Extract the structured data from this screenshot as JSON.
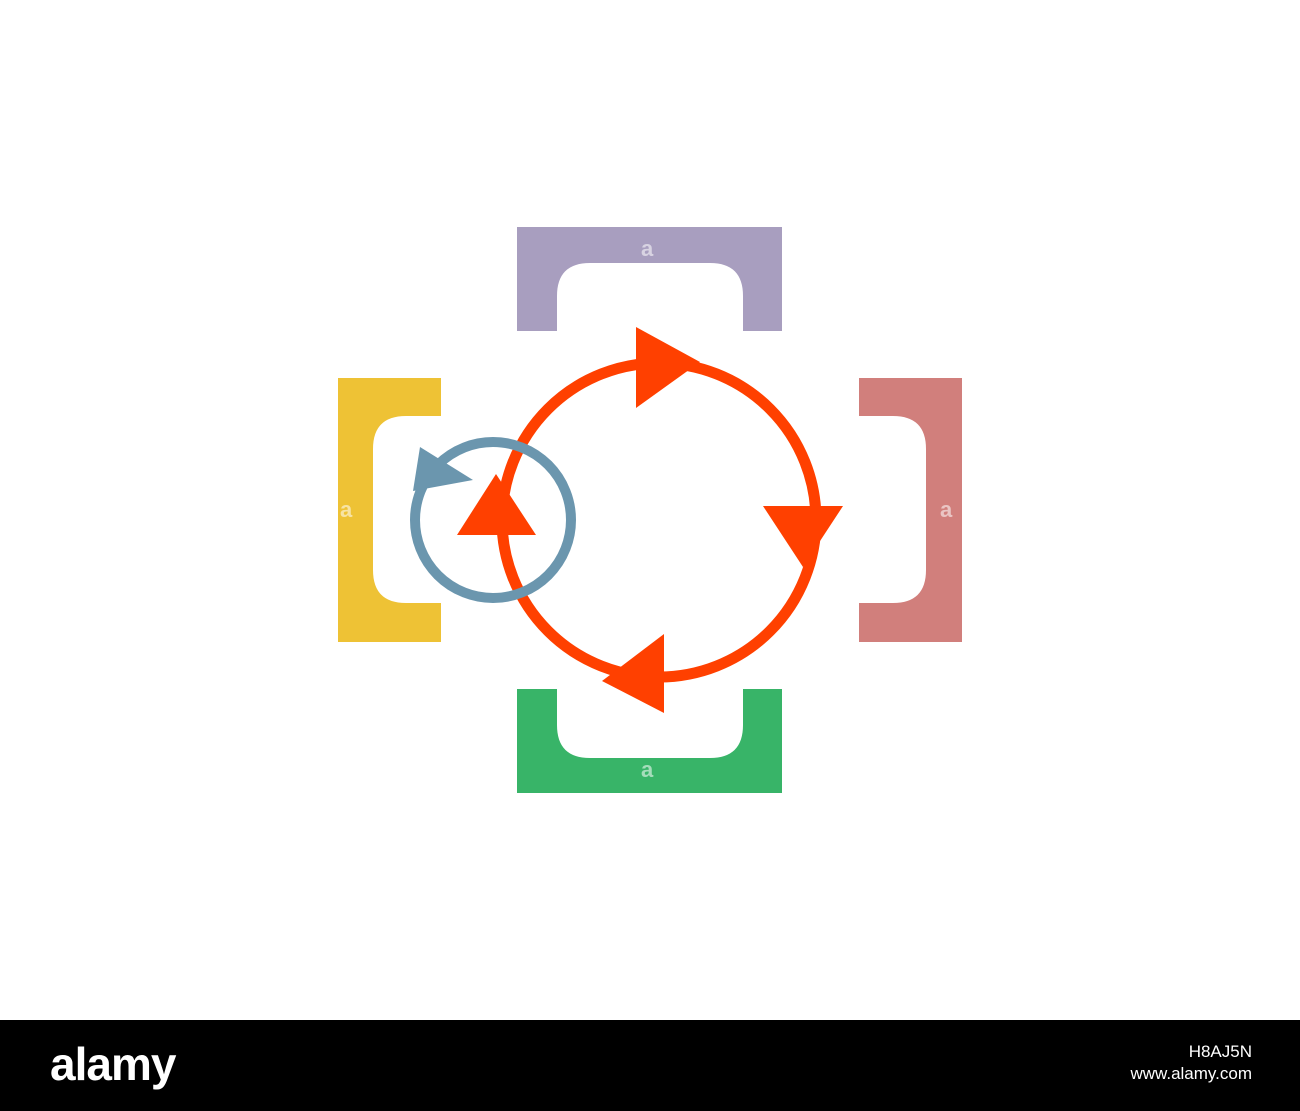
{
  "diagram": {
    "colors": {
      "top_bracket": "#a89ebf",
      "left_bracket": "#eec235",
      "right_bracket": "#d17f7c",
      "bottom_bracket": "#38b468",
      "main_cycle": "#ff4000",
      "small_cycle": "#6b96ae",
      "background": "#ffffff"
    },
    "brackets": [
      {
        "position": "top",
        "watermark": "a"
      },
      {
        "position": "left",
        "watermark": "a"
      },
      {
        "position": "right",
        "watermark": "a"
      },
      {
        "position": "bottom",
        "watermark": "a"
      }
    ],
    "main_cycle_direction": "clockwise",
    "small_cycle_direction": "counterclockwise"
  },
  "footer": {
    "logo": "alamy",
    "image_id": "H8AJ5N",
    "site": "www.alamy.com"
  }
}
